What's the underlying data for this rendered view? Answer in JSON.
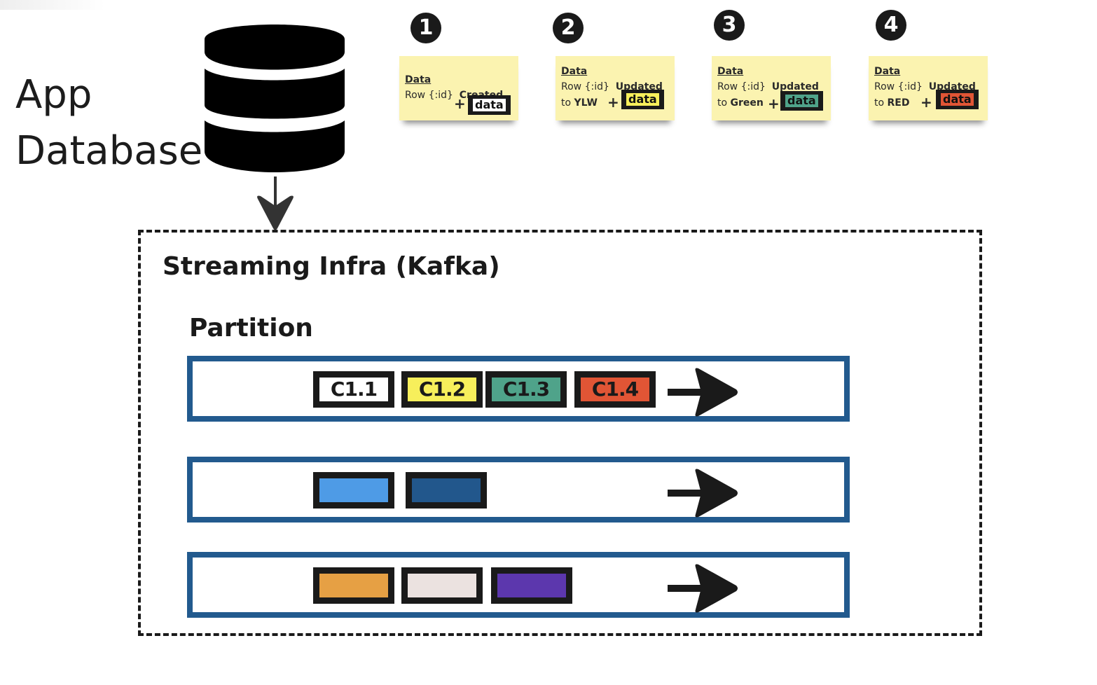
{
  "app_database": {
    "label_line1": "App",
    "label_line2": "Database",
    "icon": "database-icon",
    "arrow": "arrow-down-icon"
  },
  "steps": [
    {
      "number": "1",
      "title": "Data",
      "row_prefix": "Row {:id}",
      "action": "Created",
      "to_prefix": "",
      "to_value": "",
      "plus": "+",
      "chip_label": "data",
      "chip_color": "#ffffff"
    },
    {
      "number": "2",
      "title": "Data",
      "row_prefix": "Row {:id}",
      "action": "Updated",
      "to_prefix": "to",
      "to_value": "YLW",
      "plus": "+",
      "chip_label": "data",
      "chip_color": "#f7ef5b"
    },
    {
      "number": "3",
      "title": "Data",
      "row_prefix": "Row {:id}",
      "action": "Updated",
      "to_prefix": "to",
      "to_value": "Green",
      "plus": "+",
      "chip_label": "data",
      "chip_color": "#4fa38a"
    },
    {
      "number": "4",
      "title": "Data",
      "row_prefix": "Row {:id}",
      "action": "Updated",
      "to_prefix": "to",
      "to_value": "RED",
      "plus": "+",
      "chip_label": "data",
      "chip_color": "#e15535"
    }
  ],
  "streaming": {
    "title": "Streaming Infra (Kafka)",
    "partition_label": "Partition",
    "partition_border_color": "#225a8e",
    "partitions": [
      {
        "messages": [
          {
            "label": "C1.1",
            "color": "#ffffff"
          },
          {
            "label": "C1.2",
            "color": "#f7ef5b"
          },
          {
            "label": "C1.3",
            "color": "#4fa38a"
          },
          {
            "label": "C1.4",
            "color": "#e15535"
          }
        ],
        "arrow": "arrow-right-icon"
      },
      {
        "messages": [
          {
            "label": "",
            "color": "#4e9be6"
          },
          {
            "label": "",
            "color": "#22578c"
          }
        ],
        "arrow": "arrow-right-icon"
      },
      {
        "messages": [
          {
            "label": "",
            "color": "#e6a044"
          },
          {
            "label": "",
            "color": "#ebe2e0"
          },
          {
            "label": "",
            "color": "#5c37ad"
          }
        ],
        "arrow": "arrow-right-icon"
      }
    ]
  }
}
